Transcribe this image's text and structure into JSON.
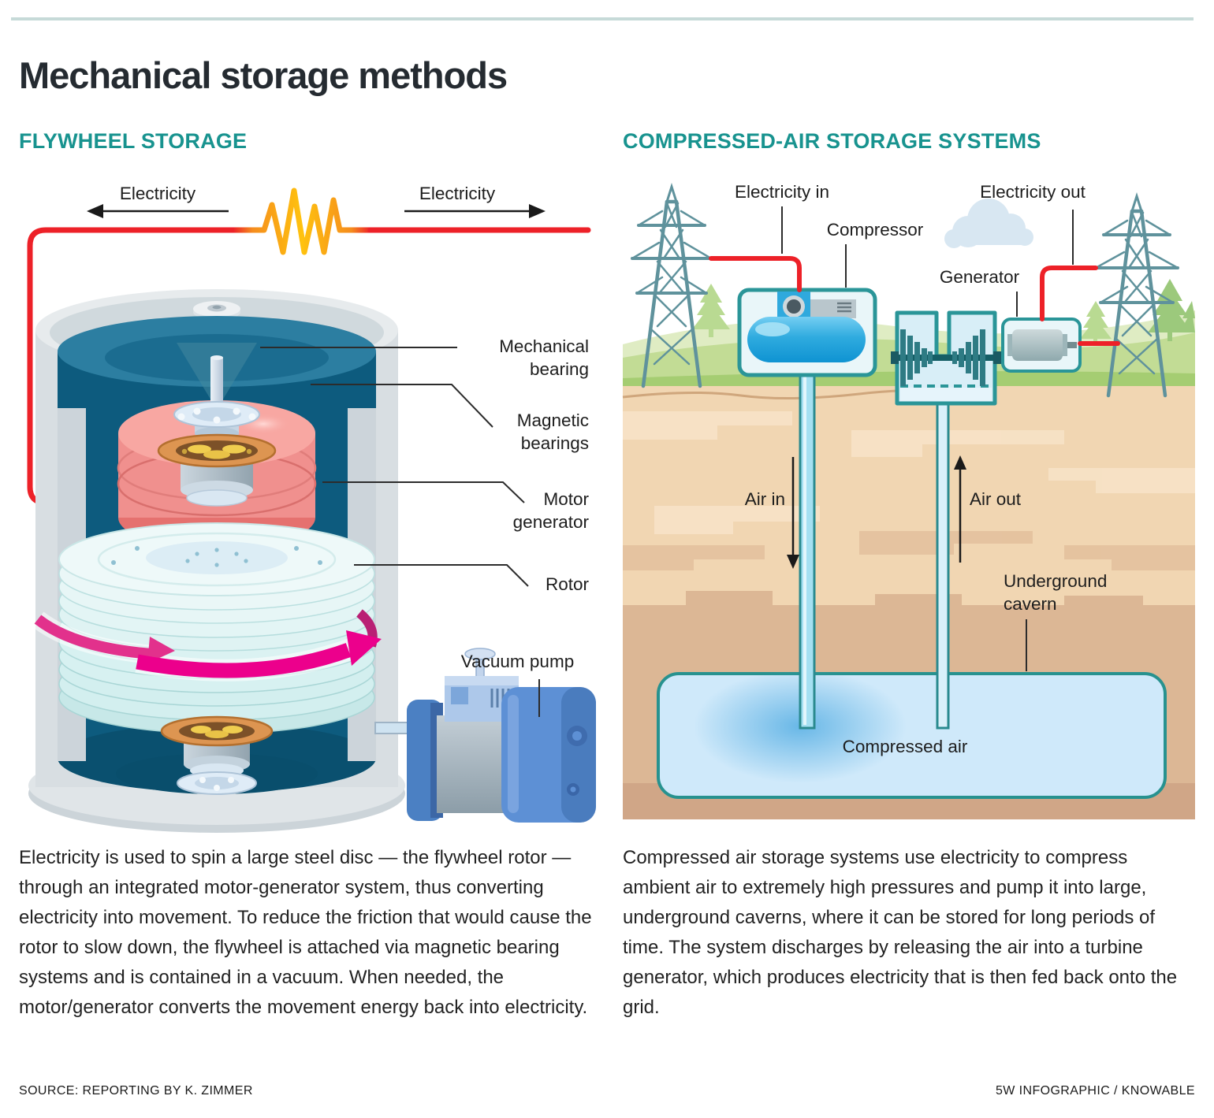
{
  "page": {
    "title": "Mechanical storage methods",
    "footer_left": "SOURCE: REPORTING BY K. ZIMMER",
    "footer_right": "5W INFOGRAPHIC / KNOWABLE"
  },
  "flywheel": {
    "heading": "FLYWHEEL STORAGE",
    "electricity_left": "Electricity",
    "electricity_right": "Electricity",
    "labels": {
      "mechanical_bearing": "Mechanical bearing",
      "magnetic_bearings": "Magnetic bearings",
      "motor_generator": "Motor generator",
      "rotor": "Rotor",
      "vacuum_pump": "Vacuum pump"
    },
    "caption": "Electricity is used to spin a large steel disc — the flywheel rotor — through an integrated motor-generator system, thus converting electricity into movement. To reduce the friction that would cause the rotor to slow down, the flywheel is attached via magnetic bearing systems and is contained in a vacuum. When needed, the motor/generator converts the movement energy back into electricity."
  },
  "compressed_air": {
    "heading": "COMPRESSED-AIR STORAGE SYSTEMS",
    "labels": {
      "electricity_in": "Electricity in",
      "electricity_out": "Electricity out",
      "compressor": "Compressor",
      "generator": "Generator",
      "air_in": "Air in",
      "air_out": "Air out",
      "underground_cavern": "Underground cavern",
      "compressed_air": "Compressed air"
    },
    "caption": "Compressed air storage systems use electricity to compress ambient air to extremely high pressures and pump it into large, underground caverns, where it can be stored for long periods of time. The system discharges by releasing the air into a turbine generator, which produces electricity that is then fed back onto the grid."
  },
  "colors": {
    "accent_teal": "#18938f",
    "wire_red": "#ed2128",
    "spark_orange": "#ffc20e",
    "rotor_arrow_magenta": "#ec008c",
    "flywheel_interior_teal": "#0d5b7e",
    "motor_pink": "#f0908e",
    "rotor_cyan": "#d3efef",
    "ground_tan": "#f1d6b2",
    "grass_green": "#c2dc95",
    "cavern_blue": "#cfe9fa",
    "tower_teal": "#5f929c",
    "top_rule": "#c6dad8"
  }
}
